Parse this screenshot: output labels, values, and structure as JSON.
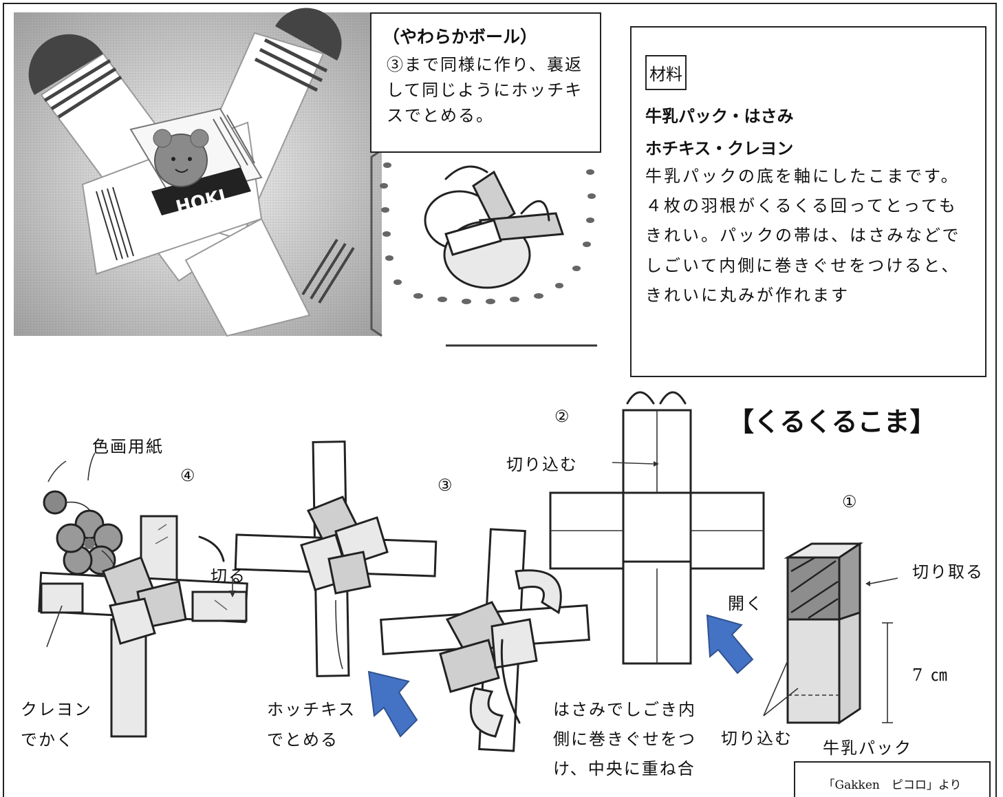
{
  "soft_ball": {
    "title": "（やわらかボール）",
    "body": "③まで同様に作り、裏返して同じようにホッチキスでとめる。"
  },
  "materials": {
    "label": "材料",
    "line1": "牛乳パック・はさみ",
    "line2": "ホチキス・クレヨン",
    "description": "牛乳パックの底を軸にしたこまです。４枚の羽根がくるくる回ってとってもきれい。パックの帯は、はさみなどでしごいて内側に巻きぐせをつけると、きれいに丸みが作れます"
  },
  "title": "【くるくるこま】",
  "steps": {
    "step1": "①",
    "step2": "②",
    "step3": "③",
    "step4": "④"
  },
  "labels": {
    "cut_off": "切り取る",
    "seven_cm": "7 ㎝",
    "cut_in_1": "切り込む",
    "milk_pack": "牛乳パック",
    "open": "開く",
    "cut_in_2": "切り込む",
    "squeeze_note": "はさみでしごき内側に巻きぐせをつけ、中央に重ね合",
    "staple_line1": "ホッチキス",
    "staple_line2": "でとめる",
    "colored_paper": "色画用紙",
    "cut": "切る",
    "crayon_line1": "クレヨン",
    "crayon_line2": "でかく"
  },
  "credit": "「Gakken　ピコロ」より",
  "photo": {
    "brand_text": "HOKI"
  }
}
